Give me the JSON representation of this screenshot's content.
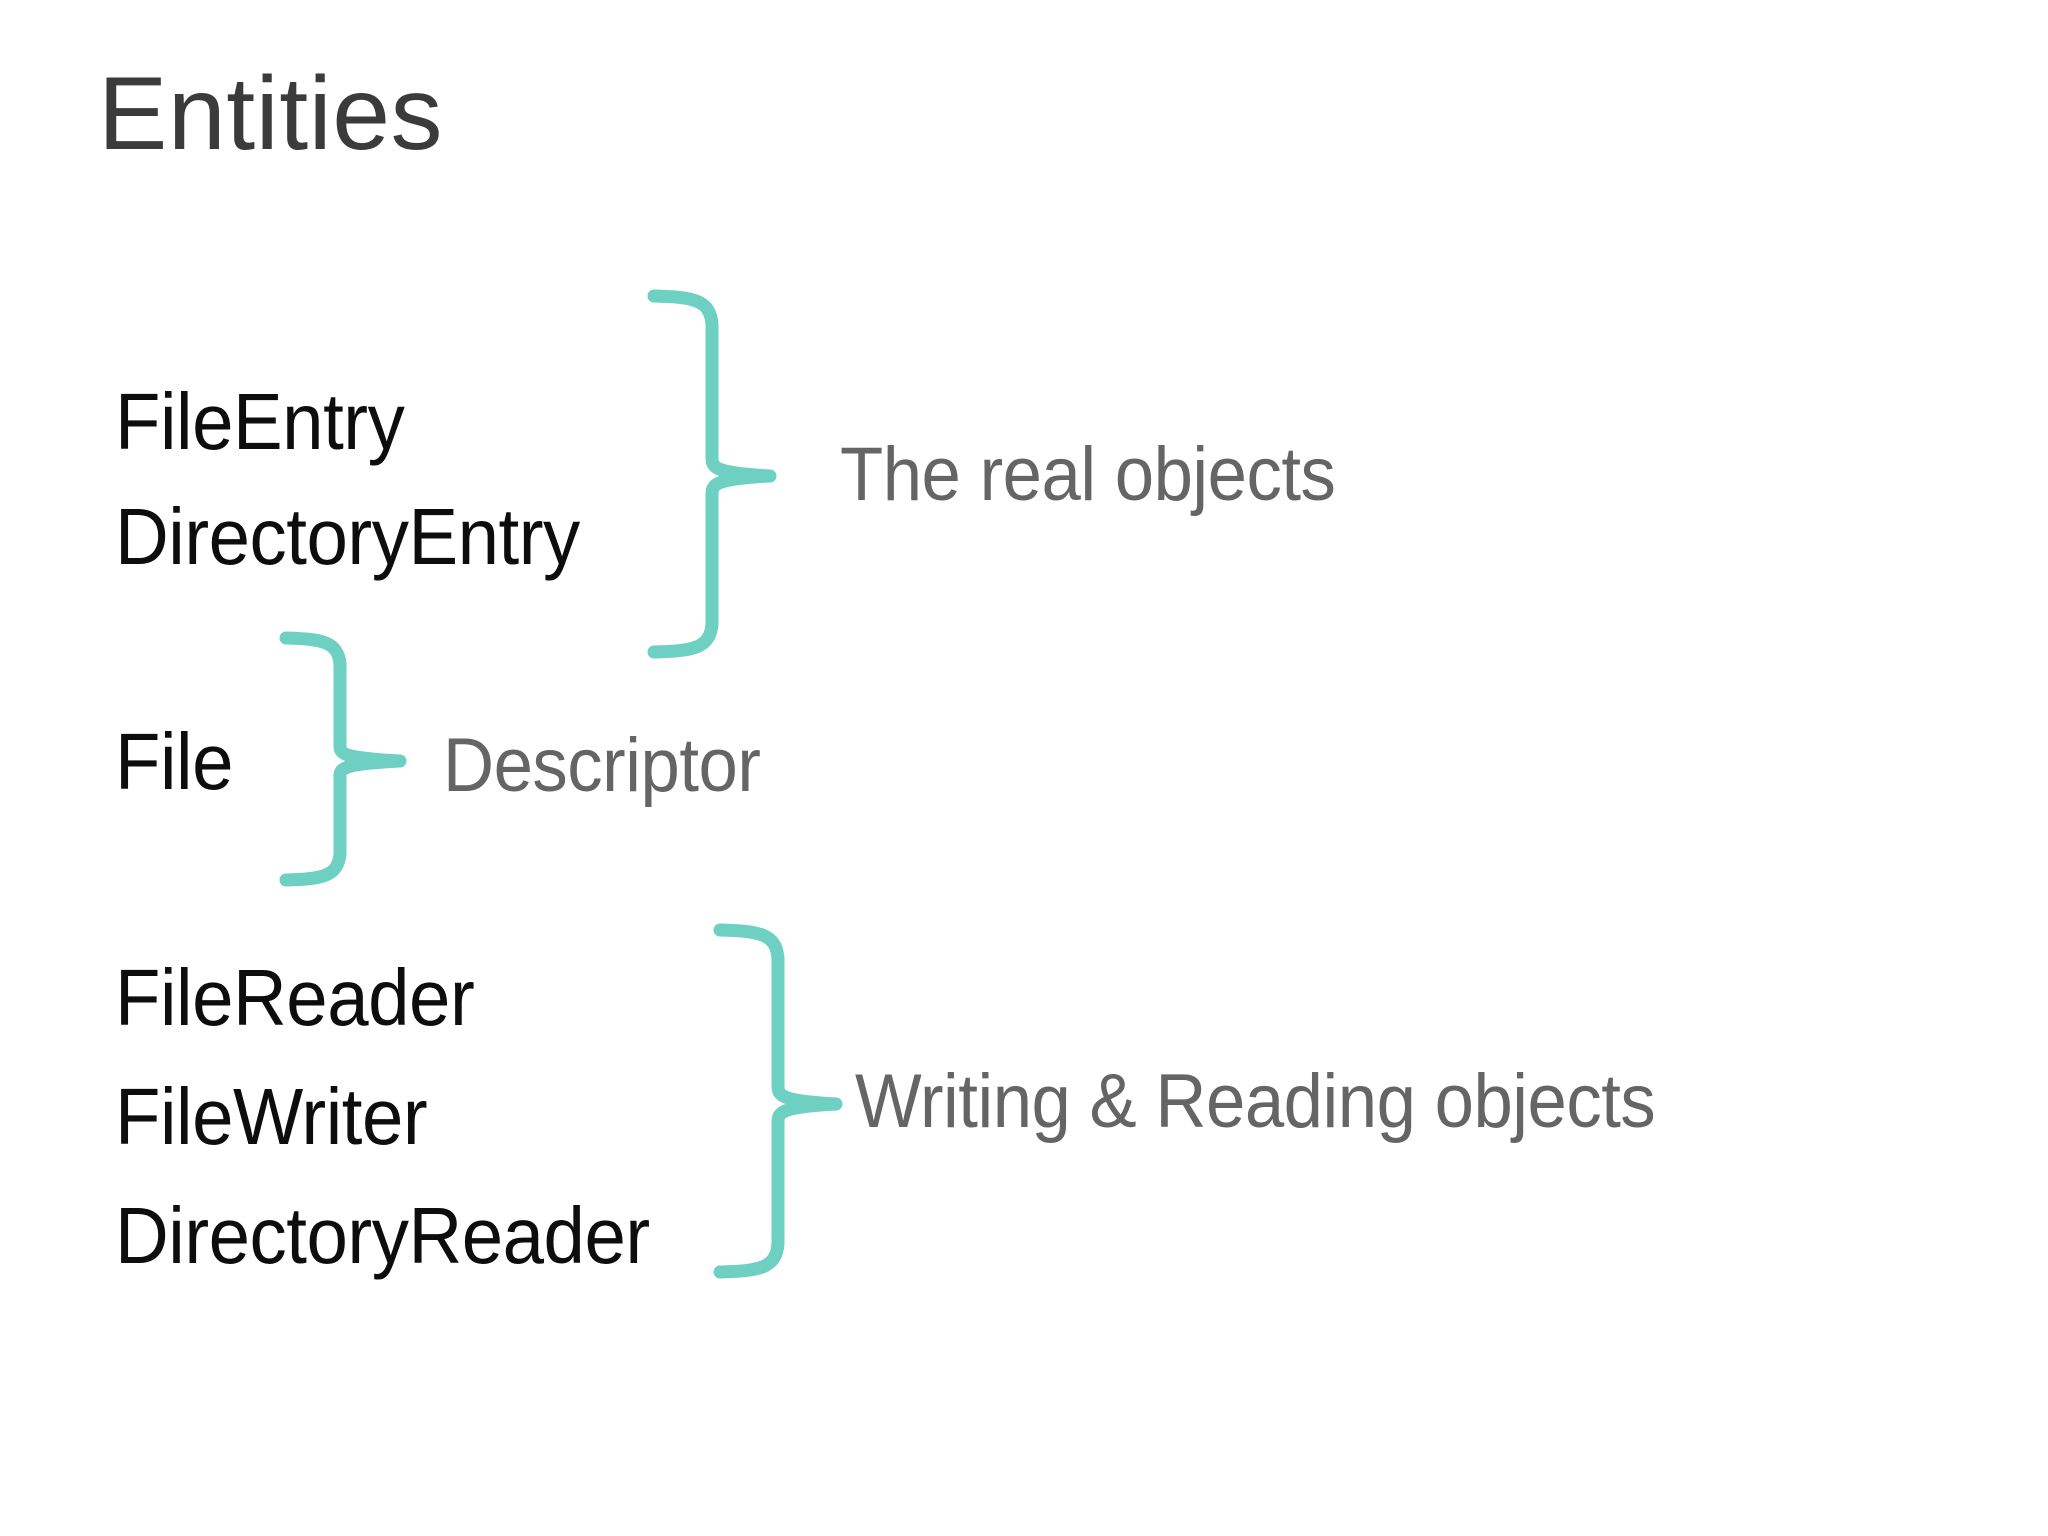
{
  "slide": {
    "title": "Entities",
    "background_color": "#ffffff",
    "title_color": "#3b3b3b",
    "entity_text_color": "#0d0d0d",
    "description_text_color": "#656565",
    "brace_color": "#6ECFC3"
  },
  "groups": [
    {
      "id": "real-objects",
      "entities": [
        "FileEntry",
        "DirectoryEntry"
      ],
      "description": "The real objects"
    },
    {
      "id": "descriptor",
      "entities": [
        "File"
      ],
      "description": "Descriptor"
    },
    {
      "id": "writing-reading",
      "entities": [
        "FileReader",
        "FileWriter",
        "DirectoryReader"
      ],
      "description": "Writing & Reading objects"
    }
  ]
}
